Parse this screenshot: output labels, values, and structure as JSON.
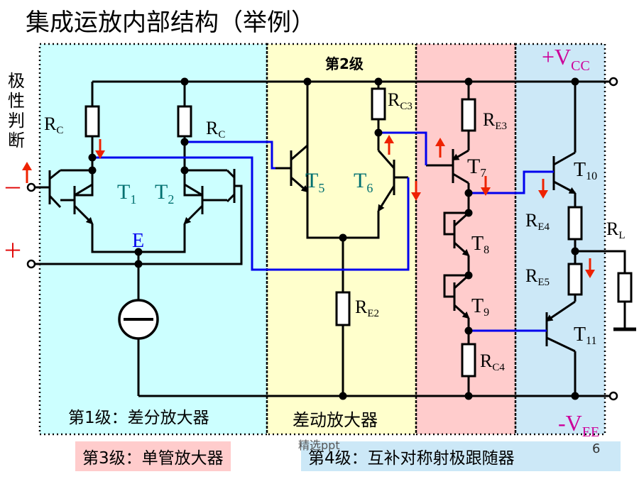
{
  "title": "集成运放内部结构（举例）",
  "polarity_label": "极性判断",
  "inputs": {
    "minus": "－",
    "plus": "＋"
  },
  "supply": {
    "positive": "+V",
    "positive_sub": "CC",
    "negative": "-V",
    "negative_sub": "EE"
  },
  "stages": {
    "stage1": "第1级：差分放大器",
    "stage2_top": "第2级",
    "stage2_bottom": "差动放大器",
    "stage3": "第3级：单管放大器",
    "stage4": "第4级：互补对称射极跟随器"
  },
  "resistors": {
    "rc_left": {
      "main": "R",
      "sub": "C"
    },
    "rc_right": {
      "main": "R",
      "sub": "C"
    },
    "rc3": {
      "main": "R",
      "sub": "C3"
    },
    "re3": {
      "main": "R",
      "sub": "E3"
    },
    "re2": {
      "main": "R",
      "sub": "E2"
    },
    "rc4": {
      "main": "R",
      "sub": "C4"
    },
    "re4": {
      "main": "R",
      "sub": "E4"
    },
    "re5": {
      "main": "R",
      "sub": "E5"
    },
    "rl": {
      "main": "R",
      "sub": "L"
    }
  },
  "transistors": {
    "t1": {
      "main": "T",
      "sub": "1"
    },
    "t2": {
      "main": "T",
      "sub": "2"
    },
    "t5": {
      "main": "T",
      "sub": "5"
    },
    "t6": {
      "main": "T",
      "sub": "6"
    },
    "t7": {
      "main": "T",
      "sub": "7"
    },
    "t8": {
      "main": "T",
      "sub": "8"
    },
    "t9": {
      "main": "T",
      "sub": "9"
    },
    "t10": {
      "main": "T",
      "sub": "10"
    },
    "t11": {
      "main": "T",
      "sub": "11"
    }
  },
  "node_e": "E",
  "footer": {
    "watermark": "精选ppt",
    "page_number": "6"
  },
  "colors": {
    "stage1_bg": "#ccffff",
    "stage2_bg": "#ffffcc",
    "stage3_bg": "#ffcccc",
    "stage4_bg": "#cce8f7",
    "signal_wire": "#0000ee",
    "polarity_arrow": "#ee2200",
    "transistor_label": "#007070",
    "supply_label": "#cc0099",
    "node_e": "#0000ee"
  }
}
